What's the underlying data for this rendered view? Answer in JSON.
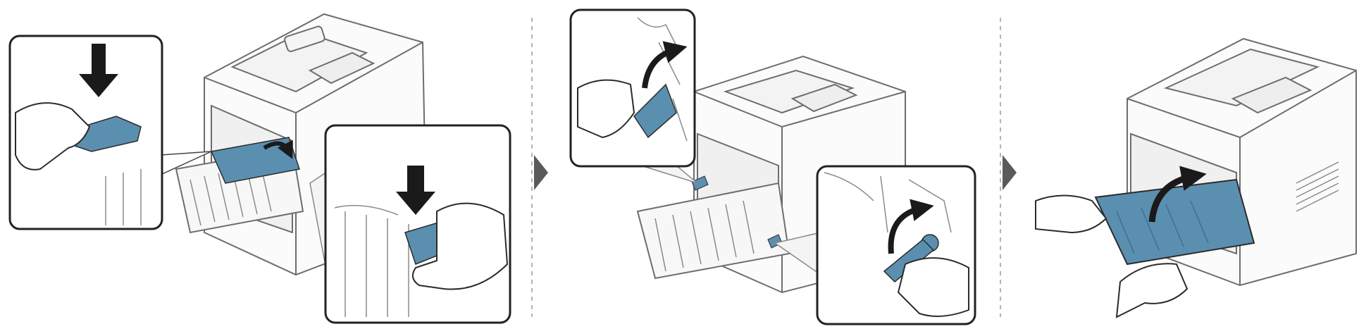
{
  "figure": {
    "steps": [
      {
        "id": "step-1",
        "callouts": [
          "press-lock-lever",
          "release-lever-closeup"
        ]
      },
      {
        "id": "step-2",
        "callouts": [
          "rotate-left-lever",
          "rotate-right-lever"
        ]
      },
      {
        "id": "step-3",
        "callouts": []
      }
    ],
    "separators": 2,
    "step_arrows": 2,
    "colors": {
      "outline": "#2b2b2b",
      "line": "#6d6d6d",
      "printer_fill": "#fbfbfb",
      "part_blue": "#5b8fb0",
      "part_blue_dark": "#3e6f8f",
      "callout_border": "#222222",
      "arrow_fill": "#1a1a1a",
      "divider": "#9a9a9a",
      "step_arrow": "#5a5a5a"
    },
    "icons": [
      "down-arrow-icon",
      "rotate-arrow-icon",
      "hand-icon",
      "step-next-arrow-icon"
    ]
  }
}
